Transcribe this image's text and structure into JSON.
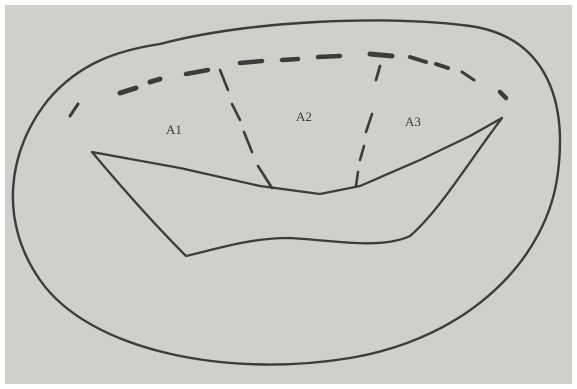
{
  "figure": {
    "background_color": "#ffffff",
    "paper_color": "#cfcfcb",
    "pencil_color": "#3c3c3c",
    "labels": {
      "a1": "A1",
      "a2": "A2",
      "a3": "A3"
    }
  }
}
